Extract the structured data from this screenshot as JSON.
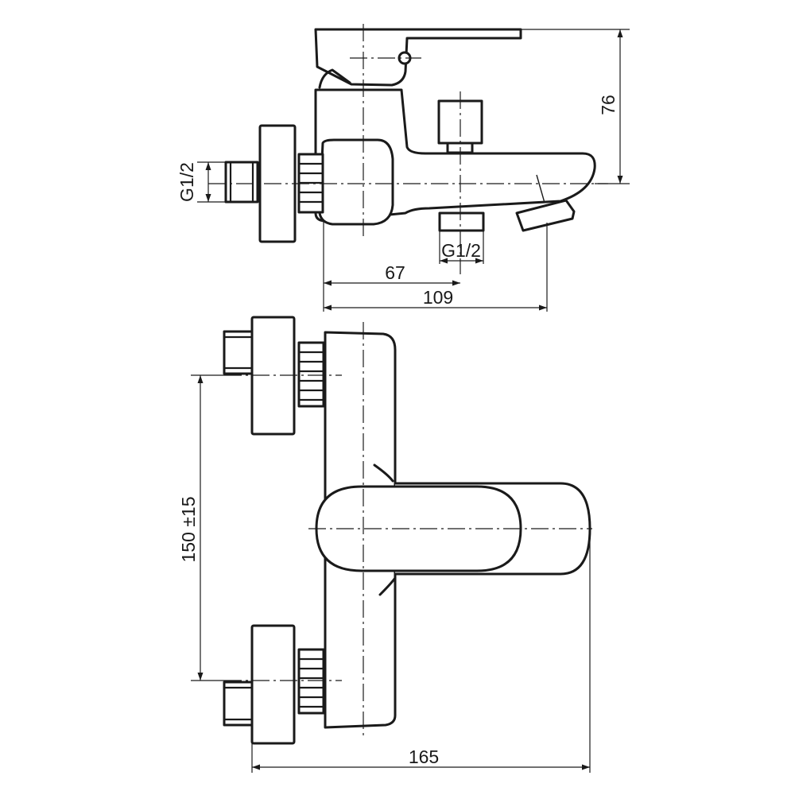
{
  "drawing": {
    "top_view": {
      "dim_height": "76",
      "dim_inlet_thread": "G1/2",
      "dim_outlet_thread": "G1/2",
      "dim_outlet_offset": "67",
      "dim_spout_length": "109"
    },
    "front_view": {
      "dim_inlet_spacing": "150 ±15",
      "dim_total_width": "165"
    }
  }
}
